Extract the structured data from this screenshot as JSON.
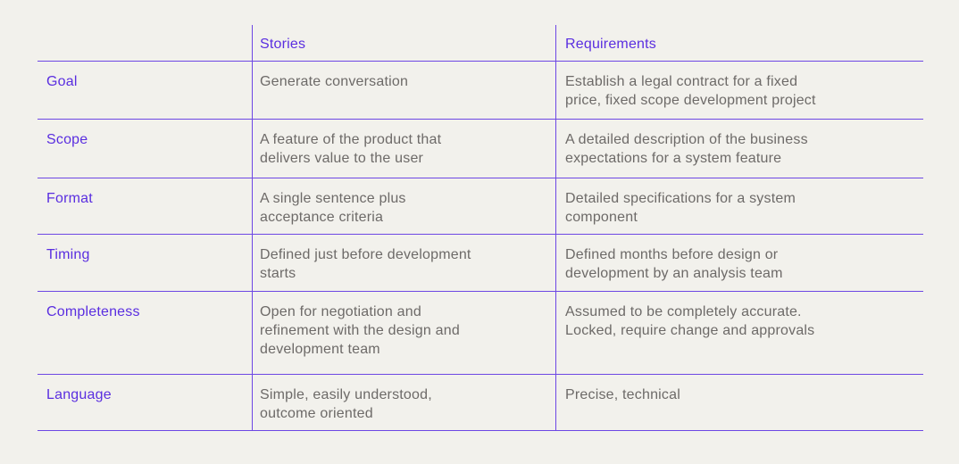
{
  "colors": {
    "background": "#f2f1ec",
    "accent_purple": "#5a2ee0",
    "grid_line_purple": "#6d47e4",
    "body_text_gray": "#6d6a68"
  },
  "table": {
    "columns": [
      "",
      "Stories",
      "Requirements"
    ],
    "rows": [
      {
        "label": "Goal",
        "stories": "Generate conversation",
        "requirements": "Establish a legal contract for a fixed\nprice, fixed scope development project"
      },
      {
        "label": "Scope",
        "stories": "A feature of the product that\ndelivers value to the user",
        "requirements": "A detailed description of the business\nexpectations for a system feature"
      },
      {
        "label": "Format",
        "stories": "A single sentence plus\nacceptance criteria",
        "requirements": "Detailed specifications for a system\ncomponent"
      },
      {
        "label": "Timing",
        "stories": "Defined just before development\nstarts",
        "requirements": "Defined months before design or\ndevelopment by an analysis team"
      },
      {
        "label": "Completeness",
        "stories": "Open for negotiation and\nrefinement with the design and\ndevelopment team",
        "requirements": "Assumed to be completely accurate.\nLocked, require change and approvals"
      },
      {
        "label": "Language",
        "stories": "Simple, easily understood,\noutcome oriented",
        "requirements": "Precise, technical"
      }
    ]
  },
  "chart_data": {
    "type": "table",
    "title": "",
    "columns": [
      "",
      "Stories",
      "Requirements"
    ],
    "rows": [
      [
        "Goal",
        "Generate conversation",
        "Establish a legal contract for a fixed price, fixed scope development project"
      ],
      [
        "Scope",
        "A feature of the product that delivers value to the user",
        "A detailed description of the business expectations for a system feature"
      ],
      [
        "Format",
        "A single sentence plus acceptance criteria",
        "Detailed specifications for a system component"
      ],
      [
        "Timing",
        "Defined just before development starts",
        "Defined months before design or development by an analysis team"
      ],
      [
        "Completeness",
        "Open for negotiation and refinement with the design and development team",
        "Assumed to be completely accurate. Locked, require change and approvals"
      ],
      [
        "Language",
        "Simple, easily understood, outcome oriented",
        "Precise, technical"
      ]
    ],
    "layout_hints": {
      "grid": "horizontal row dividers + vertical column dividers only (no outer frame)",
      "header_row_accent": true,
      "first_column_accent": true
    }
  }
}
